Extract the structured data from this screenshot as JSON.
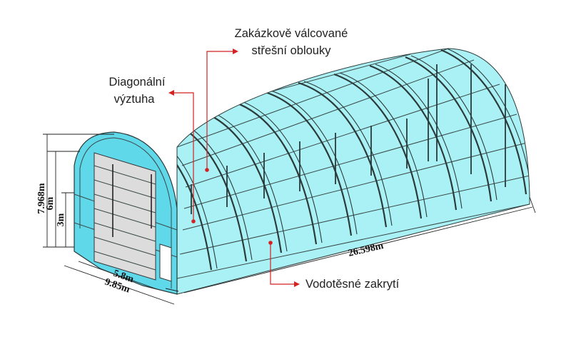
{
  "labels": {
    "roof_arches": [
      "Zakázkově válcované",
      "střešní oblouky"
    ],
    "diagonal_bracing": [
      "Diagonální",
      "výztuha"
    ],
    "waterproof_cover": "Vodotěsné zakrytí"
  },
  "dimensions": {
    "length": "26.598m",
    "height_total": "7.968m",
    "height_wall": "6m",
    "height_low": "3m",
    "door_width": "5.8m",
    "span_width": "9.85m"
  },
  "colors": {
    "cover": "#a9f1f4",
    "end_wall": "#5fd8ea",
    "door": "#dcdcdc",
    "frame": "#2b3a3a",
    "callout": "#d32222"
  }
}
